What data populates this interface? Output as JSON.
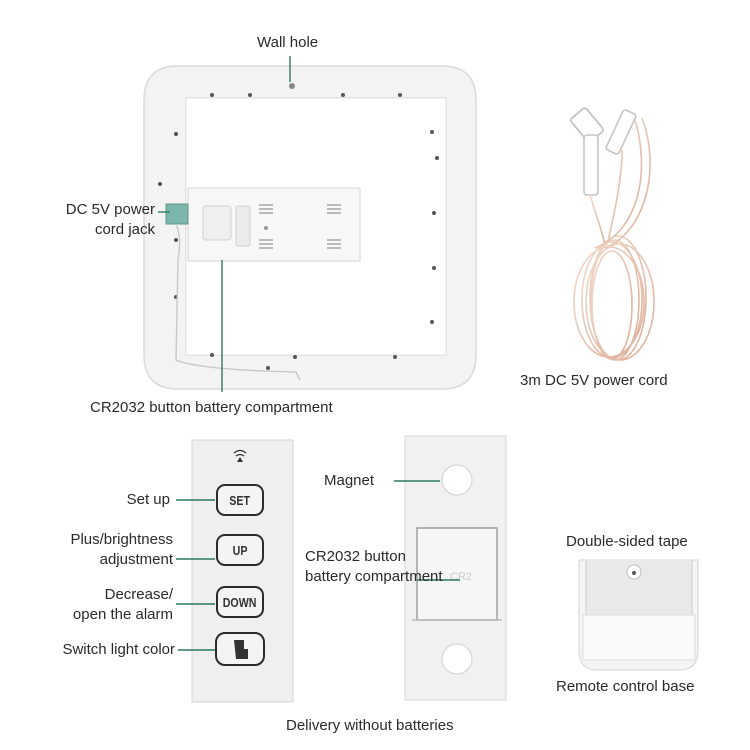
{
  "labels": {
    "wall_hole": "Wall hole",
    "dc_jack_line1": "DC 5V power",
    "dc_jack_line2": "cord jack",
    "battery_compartment_top": "CR2032 button battery compartment",
    "power_cord": "3m DC 5V power cord",
    "set_up": "Set up",
    "plus_brightness_line1": "Plus/brightness",
    "plus_brightness_line2": "adjustment",
    "decrease_line1": "Decrease/",
    "decrease_line2": "open the alarm",
    "switch_light": "Switch light color",
    "magnet": "Magnet",
    "battery_compartment_line1": "CR2032 button",
    "battery_compartment_line2": "battery compartment",
    "double_sided_tape": "Double-sided tape",
    "remote_base": "Remote control base",
    "delivery_note": "Delivery without batteries"
  },
  "remote_buttons": {
    "set": "SET",
    "up": "UP",
    "down": "DOWN"
  },
  "colors": {
    "accent_green": "#2f7a5a",
    "panel_white": "#f3f3f3",
    "edge_gray": "#d6d6d6",
    "cord_tone": "#e9c8b6"
  }
}
